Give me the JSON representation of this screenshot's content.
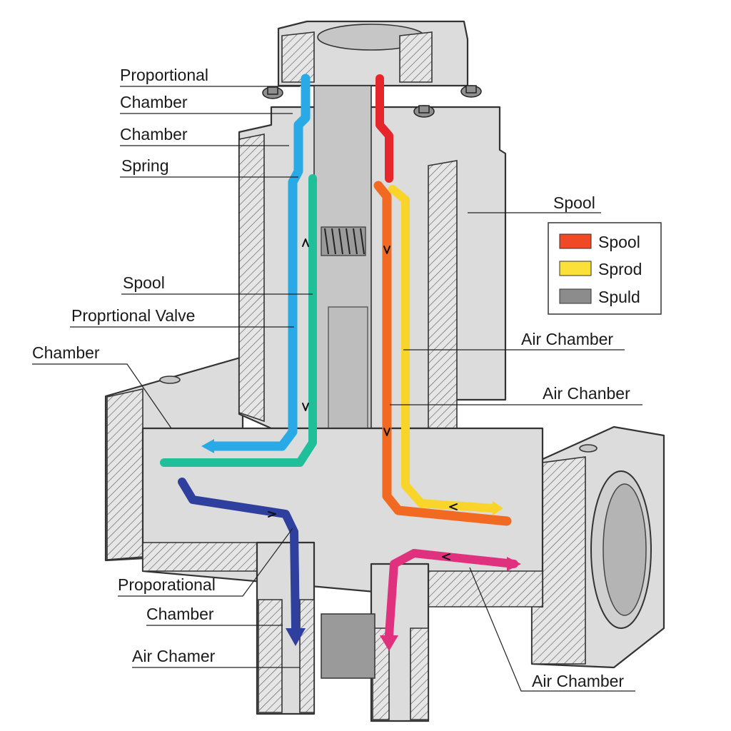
{
  "labels": {
    "proportional_top": "Proportional",
    "chamber_1": "Chamber",
    "chamber_2": "Chamber",
    "spring": "Spring",
    "spool_left": "Spool",
    "proportional_valve": "Proprtional Valve",
    "chamber_left": "Chamber",
    "proporational": "Proporational",
    "chamber_bottom": "Chamber",
    "air_chamer": "Air Chamer",
    "spool_right": "Spool",
    "air_chamber_right_1": "Air Chamber",
    "air_chanber": "Air Chanber",
    "air_chamber_bottom": "Air Chamber"
  },
  "legend": {
    "items": [
      {
        "label": "Spool",
        "color": "#ef4a23"
      },
      {
        "label": "Sprod",
        "color": "#fbe03a"
      },
      {
        "label": "Spuld",
        "color": "#8c8c8c"
      }
    ]
  },
  "colors": {
    "flow_blue": "#29a9e6",
    "flow_green": "#1fbf9a",
    "flow_navy": "#2e3f9e",
    "flow_red": "#e5262a",
    "flow_orange": "#f26a21",
    "flow_yellow": "#f9d52c",
    "flow_magenta": "#e0317e",
    "body_gray": "#dcdcdc"
  }
}
